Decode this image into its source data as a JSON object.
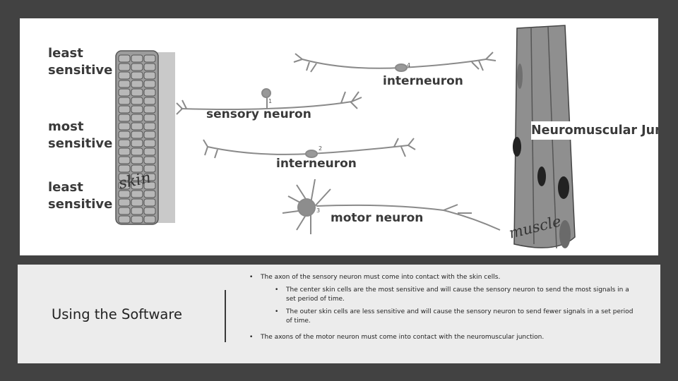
{
  "figure": {
    "labels": {
      "least_sensitive_top": "least\nsensitive",
      "most_sensitive": "most\nsensitive",
      "least_sensitive_bottom": "least\nsensitive",
      "skin": "skin",
      "sensory_neuron": "sensory neuron",
      "interneuron_top": "interneuron",
      "interneuron_middle": "interneuron",
      "motor_neuron": "motor neuron",
      "neuromuscular_junction": "Neuromuscular Junction",
      "muscle": "muscle"
    },
    "numbers": {
      "n1": "1",
      "n2": "2",
      "n3": "3",
      "n4": "4"
    }
  },
  "slide": {
    "title": "Using the Software",
    "bullets": [
      {
        "text": "The axon of the sensory neuron must come into contact with the skin cells.",
        "sub": [
          "The center skin cells are the most sensitive and will cause the sensory neuron to send the most signals in a set period of time.",
          "The outer skin cells are less sensitive and will cause the sensory neuron to send fewer signals in a set period of time."
        ]
      },
      {
        "text": "The axons of the motor neuron must come into contact with the neuromuscular junction.",
        "sub": []
      }
    ],
    "bullet_symbol": "•"
  }
}
